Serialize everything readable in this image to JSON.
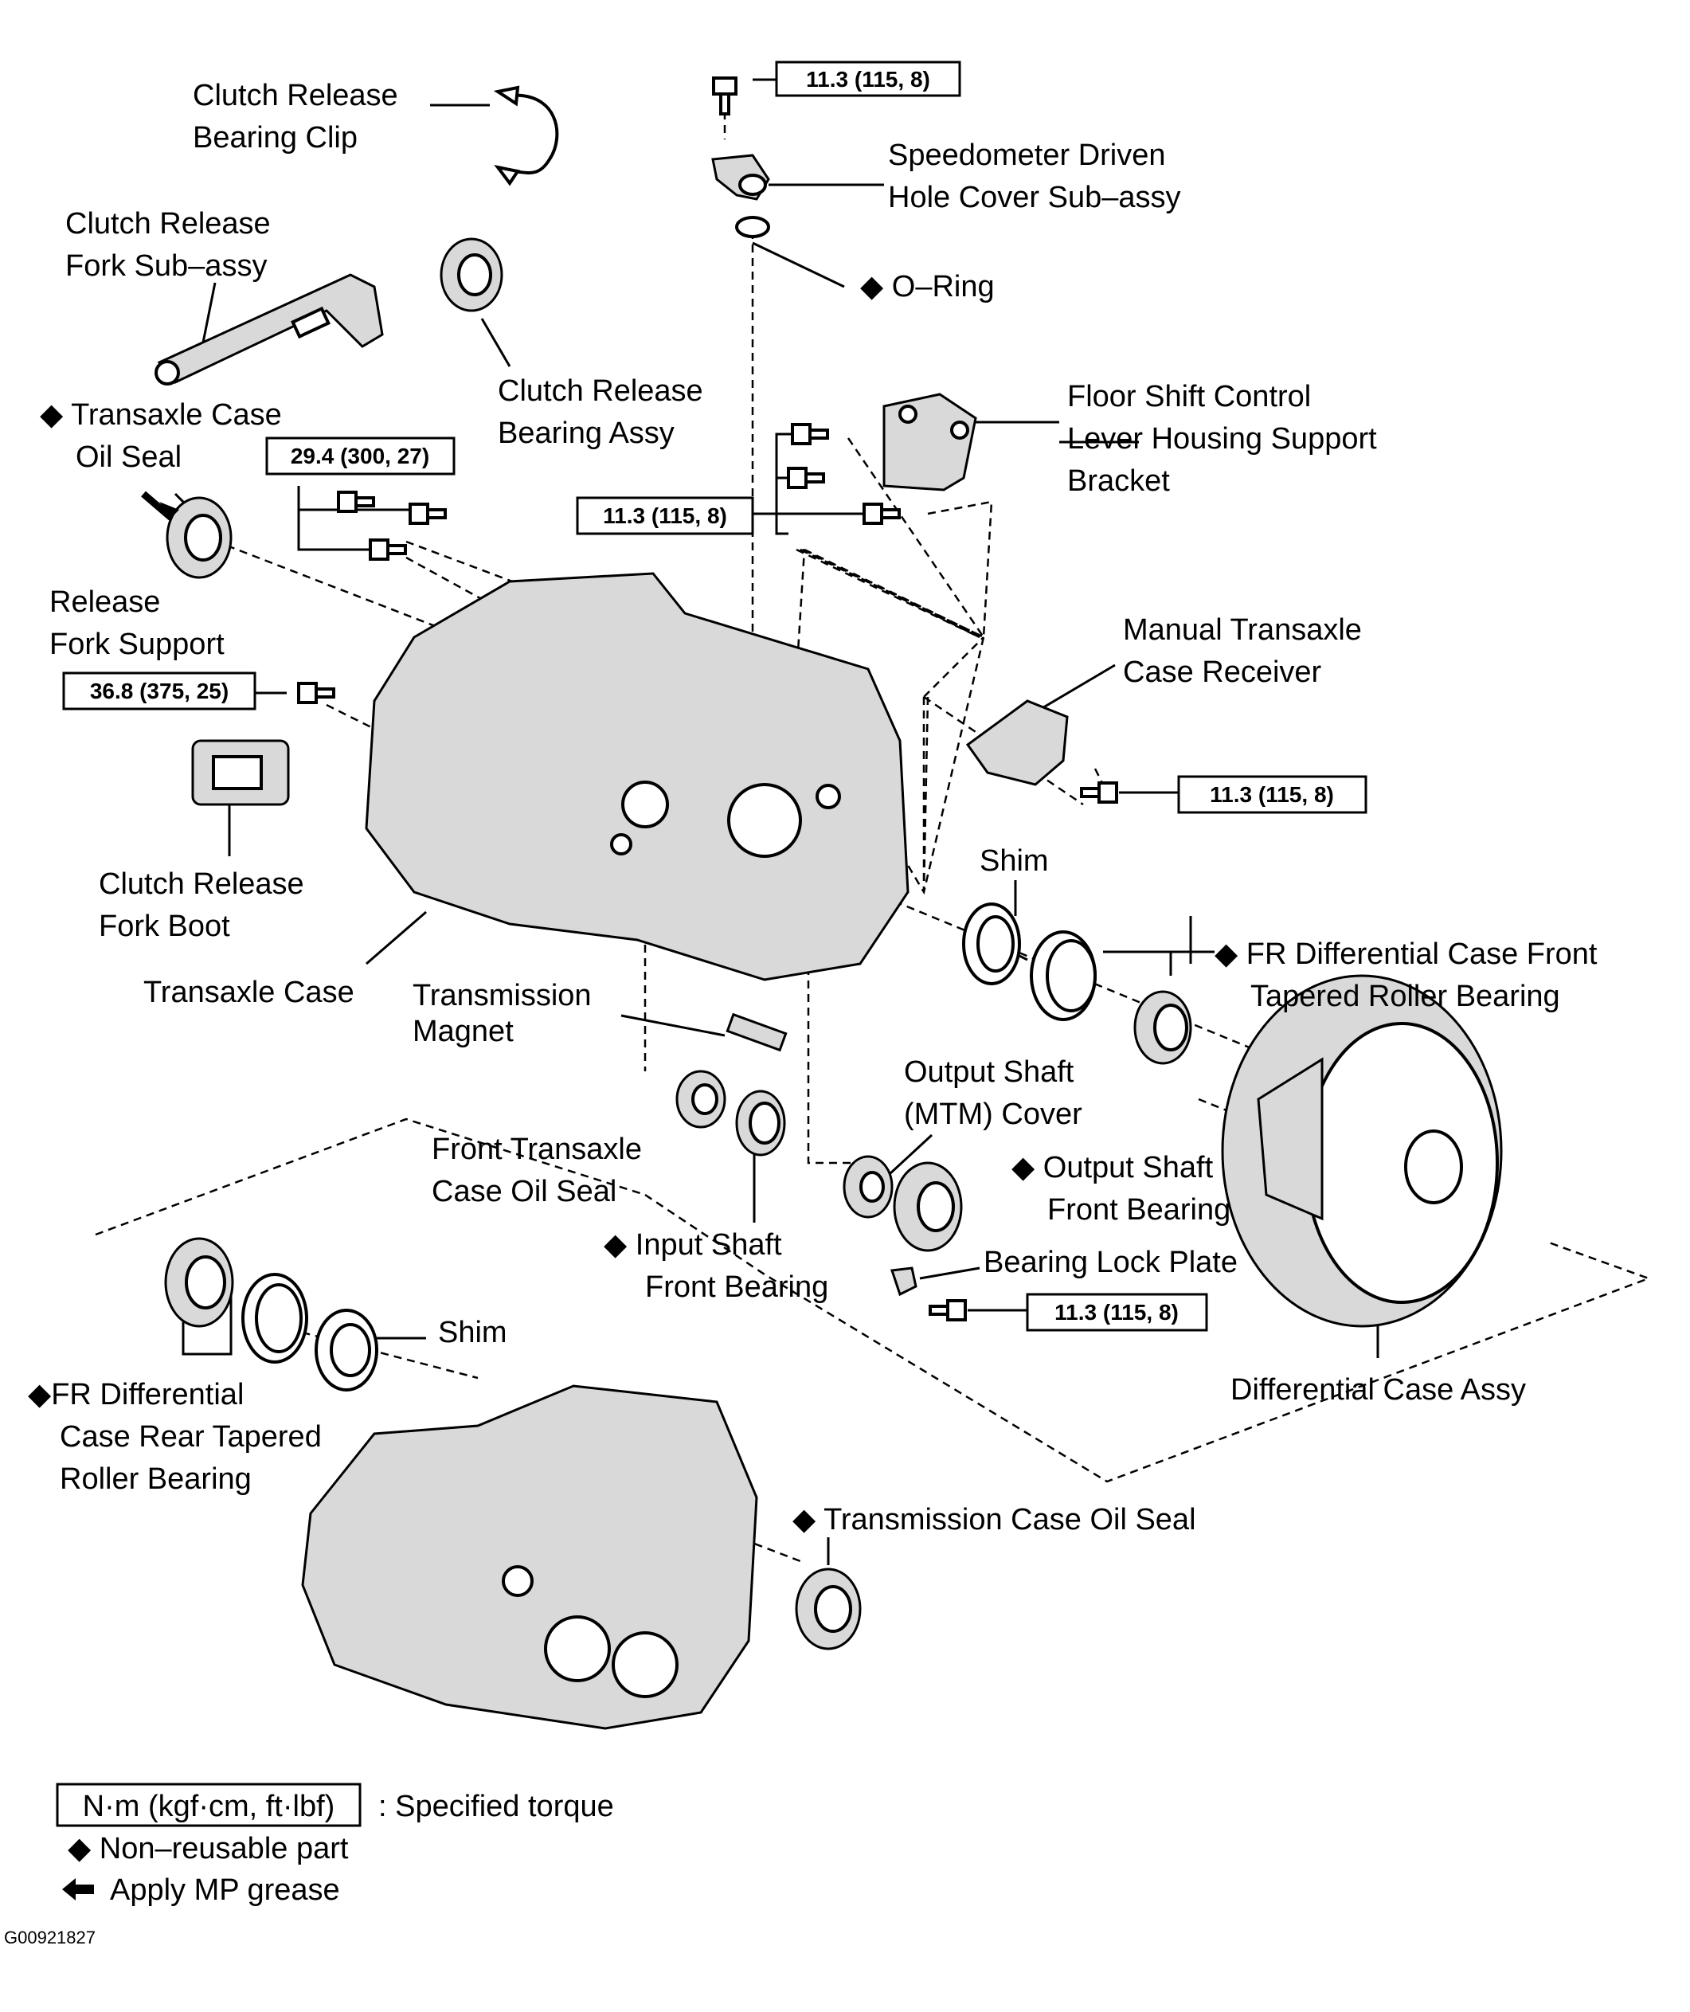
{
  "labels": {
    "clutch_release_bearing_clip": [
      "Clutch Release",
      "Bearing Clip"
    ],
    "clutch_release_fork_subassy": [
      "Clutch Release",
      "Fork Sub–assy"
    ],
    "clutch_release_bearing_assy": [
      "Clutch Release",
      "Bearing Assy"
    ],
    "transaxle_case_oil_seal": [
      "◆ Transaxle Case",
      "Oil Seal"
    ],
    "release_fork_support": [
      "Release",
      "Fork Support"
    ],
    "clutch_release_fork_boot": [
      "Clutch Release",
      "Fork Boot"
    ],
    "transaxle_case": "Transaxle Case",
    "transmission_magnet": [
      "Transmission",
      "Magnet"
    ],
    "speedometer_driven_hole_cover": [
      "Speedometer Driven",
      "Hole Cover Sub–assy"
    ],
    "o_ring": "◆ O–Ring",
    "floor_shift_bracket": [
      "Floor Shift Control",
      "Lever Housing Support",
      "Bracket"
    ],
    "manual_transaxle_case_receiver": [
      "Manual Transaxle",
      "Case Receiver"
    ],
    "shim_upper": "Shim",
    "fr_diff_front_bearing": [
      "◆ FR Differential Case Front",
      "Tapered Roller Bearing"
    ],
    "output_shaft_mtm_cover": [
      "Output Shaft",
      "(MTM) Cover"
    ],
    "output_shaft_front_bearing": [
      "◆ Output Shaft",
      "Front Bearing"
    ],
    "bearing_lock_plate": "Bearing Lock Plate",
    "front_transaxle_case_oil_seal": [
      "Front Transaxle",
      "Case Oil Seal"
    ],
    "input_shaft_front_bearing": [
      "◆ Input Shaft",
      "Front Bearing"
    ],
    "differential_case_assy": "Differential Case Assy",
    "shim_lower": "Shim",
    "fr_diff_rear_bearing": [
      "◆FR Differential",
      "Case Rear Tapered",
      "Roller Bearing"
    ],
    "transmission_case_oil_seal": "◆ Transmission Case Oil Seal"
  },
  "torques": {
    "t_top": "11.3 (115, 8)",
    "t_bracket": "11.3 (115, 8)",
    "t_receiver": "11.3 (115, 8)",
    "t_lockplate": "11.3 (115, 8)",
    "t_case_bolts": "29.4 (300, 27)",
    "t_fork_support": "36.8 (375, 25)"
  },
  "legend": {
    "torque_box": "N·m (kgf·cm, ft·lbf)",
    "torque_desc": ": Specified torque",
    "nonreusable": "◆ Non–reusable part",
    "grease": "Apply MP grease"
  },
  "figure_id": "G00921827"
}
